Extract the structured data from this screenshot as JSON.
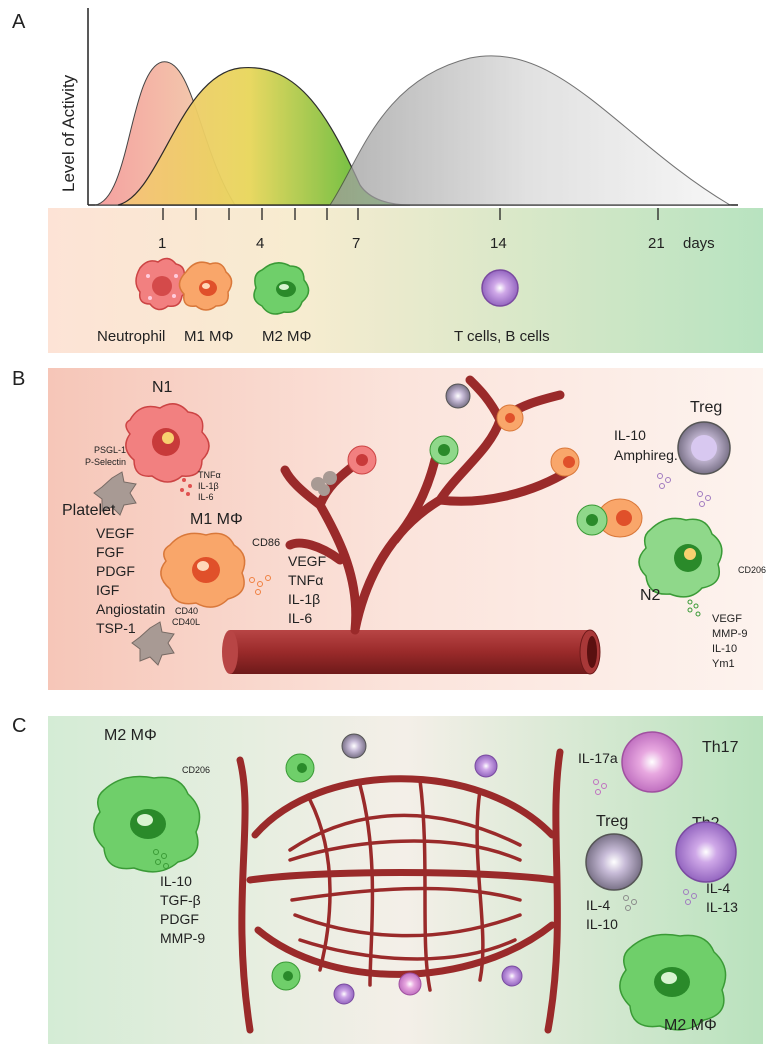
{
  "panels": {
    "a": {
      "letter": "A",
      "y_axis_label": "Level of Activity",
      "ticks": [
        "1",
        "4",
        "7",
        "14",
        "21"
      ],
      "unit": "days",
      "cells": [
        "Neutrophil",
        "M1 MΦ",
        "M2 MΦ",
        "T cells, B cells"
      ]
    },
    "b": {
      "letter": "B",
      "n1": "N1",
      "psgl": "PSGL-1",
      "psel": "P-Selectin",
      "n1_cytokines": [
        "TNFα",
        "IL-1β",
        "IL-6"
      ],
      "platelet": "Platelet",
      "platelet_factors": [
        "VEGF",
        "FGF",
        "PDGF",
        "IGF",
        "Angiostatin",
        "TSP-1"
      ],
      "m1": "M1 MΦ",
      "cd86": "CD86",
      "cd40": "CD40",
      "cd40l": "CD40L",
      "m1_cytokines": [
        "VEGF",
        "TNFα",
        "IL-1β",
        "IL-6"
      ],
      "treg": "Treg",
      "treg_cytokines": [
        "IL-10",
        "Amphireg."
      ],
      "cd206": "CD206",
      "n2": "N2",
      "n2_factors": [
        "VEGF",
        "MMP-9",
        "IL-10",
        "Ym1"
      ]
    },
    "c": {
      "letter": "C",
      "m2_left": "M2 MΦ",
      "cd206": "CD206",
      "m2_factors": [
        "IL-10",
        "TGF-β",
        "PDGF",
        "MMP-9"
      ],
      "il17a": "IL-17a",
      "th17": "Th17",
      "treg": "Treg",
      "th2": "Th2",
      "treg_cytokines": [
        "IL-4",
        "IL-10"
      ],
      "th2_cytokines": [
        "IL-4",
        "IL-13"
      ],
      "m2_right": "M2 MΦ"
    }
  },
  "colors": {
    "neutrophil": "#f08080",
    "m1": "#f5a060",
    "m2": "#5cc35a",
    "lymphocyte": "#b9a0d8",
    "vessel": "#9a2a2a",
    "platelet": "#a89a94"
  }
}
